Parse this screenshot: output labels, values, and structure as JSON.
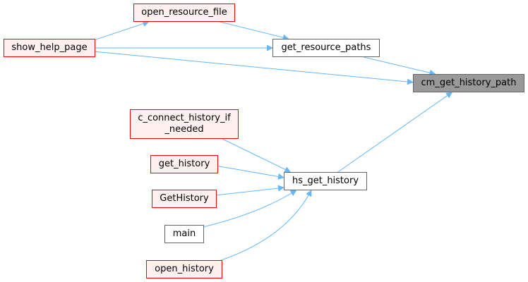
{
  "colors": {
    "edge": "#63b8ff",
    "red_border": "#ff0000",
    "red_fill": "#fff0f0",
    "plain_border": "#666666",
    "target_fill": "#999999"
  },
  "nodes": {
    "open_resource_file": {
      "label": "open_resource_file",
      "style": "red"
    },
    "show_help_page": {
      "label": "show_help_page",
      "style": "red"
    },
    "get_resource_paths": {
      "label": "get_resource_paths",
      "style": "plain"
    },
    "cm_get_history_path": {
      "label": "cm_get_history_path",
      "style": "target"
    },
    "c_connect_history_if_needed": {
      "label": "c_connect_history_if\n_needed",
      "style": "red"
    },
    "get_history": {
      "label": "get_history",
      "style": "red"
    },
    "GetHistory": {
      "label": "GetHistory",
      "style": "red"
    },
    "main": {
      "label": "main",
      "style": "plain"
    },
    "open_history": {
      "label": "open_history",
      "style": "red"
    },
    "hs_get_history": {
      "label": "hs_get_history",
      "style": "plain"
    }
  },
  "edges": [
    {
      "from": "show_help_page",
      "to": "open_resource_file"
    },
    {
      "from": "open_resource_file",
      "to": "get_resource_paths"
    },
    {
      "from": "show_help_page",
      "to": "get_resource_paths"
    },
    {
      "from": "get_resource_paths",
      "to": "cm_get_history_path"
    },
    {
      "from": "show_help_page",
      "to": "cm_get_history_path"
    },
    {
      "from": "hs_get_history",
      "to": "cm_get_history_path"
    },
    {
      "from": "c_connect_history_if_needed",
      "to": "hs_get_history"
    },
    {
      "from": "get_history",
      "to": "hs_get_history"
    },
    {
      "from": "GetHistory",
      "to": "hs_get_history"
    },
    {
      "from": "main",
      "to": "hs_get_history"
    },
    {
      "from": "open_history",
      "to": "hs_get_history"
    }
  ]
}
